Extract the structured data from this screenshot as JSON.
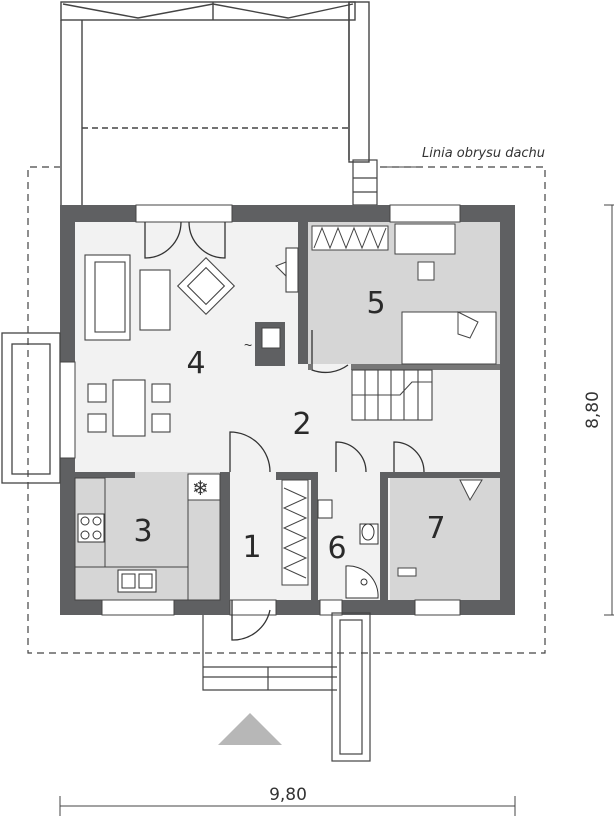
{
  "roof_label": "Linia obrysu dachu",
  "dimension_width": "9,80",
  "dimension_depth": "8,80",
  "rooms": [
    "1",
    "2",
    "3",
    "4",
    "5",
    "6",
    "7"
  ],
  "colors": {
    "wall": "#5f6062",
    "floor_light": "#f2f2f2",
    "floor_grey": "#d6d6d6",
    "entry_arrow": "#b7b7b7"
  }
}
